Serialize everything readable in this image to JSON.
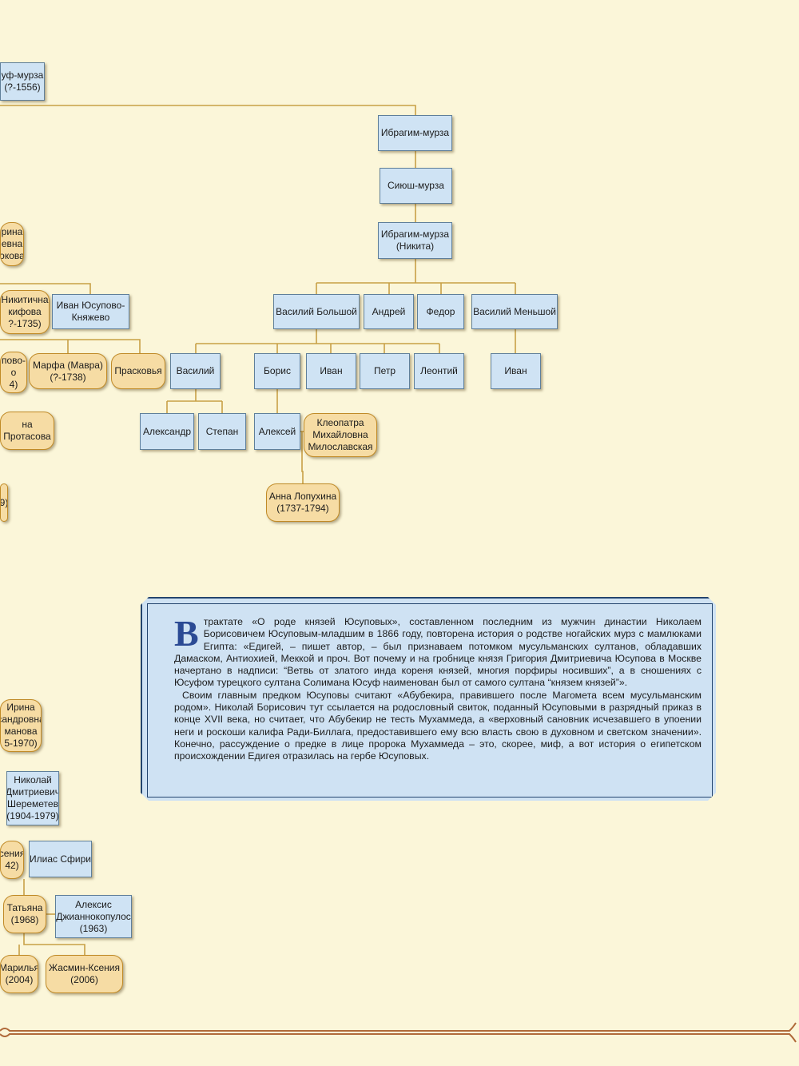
{
  "tree": {
    "nodes": [
      {
        "id": "yusuf",
        "label": "уф-мурза\n(?-1556)",
        "gender": "male"
      },
      {
        "id": "ibragim1",
        "label": "Ибрагим-мурза",
        "gender": "male"
      },
      {
        "id": "siyush",
        "label": "Сиюш-мурза",
        "gender": "male"
      },
      {
        "id": "ibragim2",
        "label": "Ибрагим-мурза\n(Никита)",
        "gender": "male"
      },
      {
        "id": "irina_top",
        "label": "рина\nевна\nокова",
        "gender": "female"
      },
      {
        "id": "nikitichna",
        "label": "Никитична\nкифова\n?-1735)",
        "gender": "female"
      },
      {
        "id": "ivan_knyazhevo",
        "label": "Иван Юсупово-\nКняжево",
        "gender": "male"
      },
      {
        "id": "vasily_bolshoy",
        "label": "Василий Большой",
        "gender": "male"
      },
      {
        "id": "andrey",
        "label": "Андрей",
        "gender": "male"
      },
      {
        "id": "fedor",
        "label": "Федор",
        "gender": "male"
      },
      {
        "id": "vasily_menshoy",
        "label": "Василий Меньшой",
        "gender": "male"
      },
      {
        "id": "upovo",
        "label": "пово-\nо\n4)",
        "gender": "female"
      },
      {
        "id": "marfa",
        "label": "Марфа (Мавра)\n(?-1738)",
        "gender": "female"
      },
      {
        "id": "praskovya",
        "label": "Прасковья",
        "gender": "female"
      },
      {
        "id": "vasily",
        "label": "Василий",
        "gender": "male"
      },
      {
        "id": "boris",
        "label": "Борис",
        "gender": "male"
      },
      {
        "id": "ivan1",
        "label": "Иван",
        "gender": "male"
      },
      {
        "id": "petr",
        "label": "Петр",
        "gender": "male"
      },
      {
        "id": "leontiy",
        "label": "Леонтий",
        "gender": "male"
      },
      {
        "id": "ivan2",
        "label": "Иван",
        "gender": "male"
      },
      {
        "id": "protasova",
        "label": "на Протасова",
        "gender": "female"
      },
      {
        "id": "alexandr",
        "label": "Александр",
        "gender": "male"
      },
      {
        "id": "stepan",
        "label": "Степан",
        "gender": "male"
      },
      {
        "id": "alexey",
        "label": "Алексей",
        "gender": "male"
      },
      {
        "id": "kleopatra",
        "label": "Клеопатра\nМихайловна\nМилославская",
        "gender": "female"
      },
      {
        "id": "anna",
        "label": "Анна Лопухина\n(1737-1794)",
        "gender": "female"
      },
      {
        "id": "frag9",
        "label": "9)",
        "gender": "female"
      },
      {
        "id": "irina2",
        "label": "Ирина\nсандровна\nманова\n5-1970)",
        "gender": "female"
      },
      {
        "id": "nikolay",
        "label": "Николай\nДмитриевич\nШереметев\n(1904-1979)",
        "gender": "male"
      },
      {
        "id": "kseniya",
        "label": "сения\n42)",
        "gender": "female"
      },
      {
        "id": "ilias",
        "label": "Илиас Сфири",
        "gender": "male"
      },
      {
        "id": "tatyana",
        "label": "Татьяна\n(1968)",
        "gender": "female"
      },
      {
        "id": "alexis",
        "label": "Алексис\nДжианнокопулос\n(1963)",
        "gender": "male"
      },
      {
        "id": "marilya",
        "label": "Марилья\n(2004)",
        "gender": "female"
      },
      {
        "id": "zhasmin",
        "label": "Жасмин-Ксения\n(2006)",
        "gender": "female"
      }
    ]
  },
  "info": {
    "dropcap": "В",
    "paragraphs": [
      " трактате «О роде князей Юсуповых», составленном последним из мужчин династии Николаем Борисовичем Юсуповым-младшим в 1866 году, повторена история о родстве ногайских мурз с мамлюками Египта: «Едигей, – пишет автор, – был признаваем потомком мусульманских султанов, обладавших Дамаском, Антиохией, Меккой и проч. Вот почему и на гробнице князя Григория Дмитриевича Юсупова в Москве начертано в надписи: “Ветвь от златого инда кореня князей, многия порфиры носивших”, а в сношениях с Юсуфом турецкого султана Солимана Юсуф наименован был от самого султана “князем князей”».",
      "Своим главным предком Юсуповы считают «Абубекира, правившего после Магомета всем мусульманским родом». Николай Борисович тут ссылается на родословный свиток, поданный Юсуповыми в разрядный приказ в конце XVII века, но считает, что Абубекир не тесть Мухаммеда, а «верховный сановник исчезавшего в упоении неги и роскоши калифа Ради-Биллага, предоставившего ему всю власть свою в духовном и светском значении». Конечно, рассуждение о предке в лице пророка Мухаммеда – это, скорее, миф, а вот история о египетском происхождении Едигея отразилась на гербе Юсуповых."
    ]
  },
  "colors": {
    "background": "#fbf6d9",
    "male_fill": "#cfe3f4",
    "female_fill": "#f6dca4",
    "line": "#c8a046",
    "info_border": "#24456e",
    "dropcap": "#2b4a94"
  }
}
